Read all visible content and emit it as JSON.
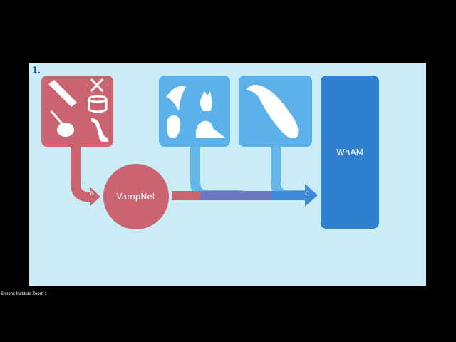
{
  "slide": {
    "step_number": "1.",
    "nodes": {
      "music_instruments": {
        "icons": [
          "keyboard-icon",
          "drum-icon",
          "violin-icon",
          "saxophone-icon"
        ],
        "color": "#cb6471"
      },
      "animal_sounds": {
        "icons": [
          "bird-icon",
          "cat-icon",
          "monkey-icon",
          "walrus-icon"
        ],
        "color": "#5bb1e8"
      },
      "whale_sounds": {
        "icons": [
          "sperm-whale-icon"
        ],
        "color": "#5bb1e8"
      },
      "vampnet": {
        "label": "VampNet",
        "color": "#cb6471"
      },
      "wham": {
        "label": "WhAM",
        "color": "#2f80d1"
      }
    },
    "arrows": {
      "a_label": "a",
      "c_label": "c"
    },
    "background_color": "#c9ecf5"
  },
  "footer": {
    "caption": "Simons Institute Zoom 1"
  }
}
